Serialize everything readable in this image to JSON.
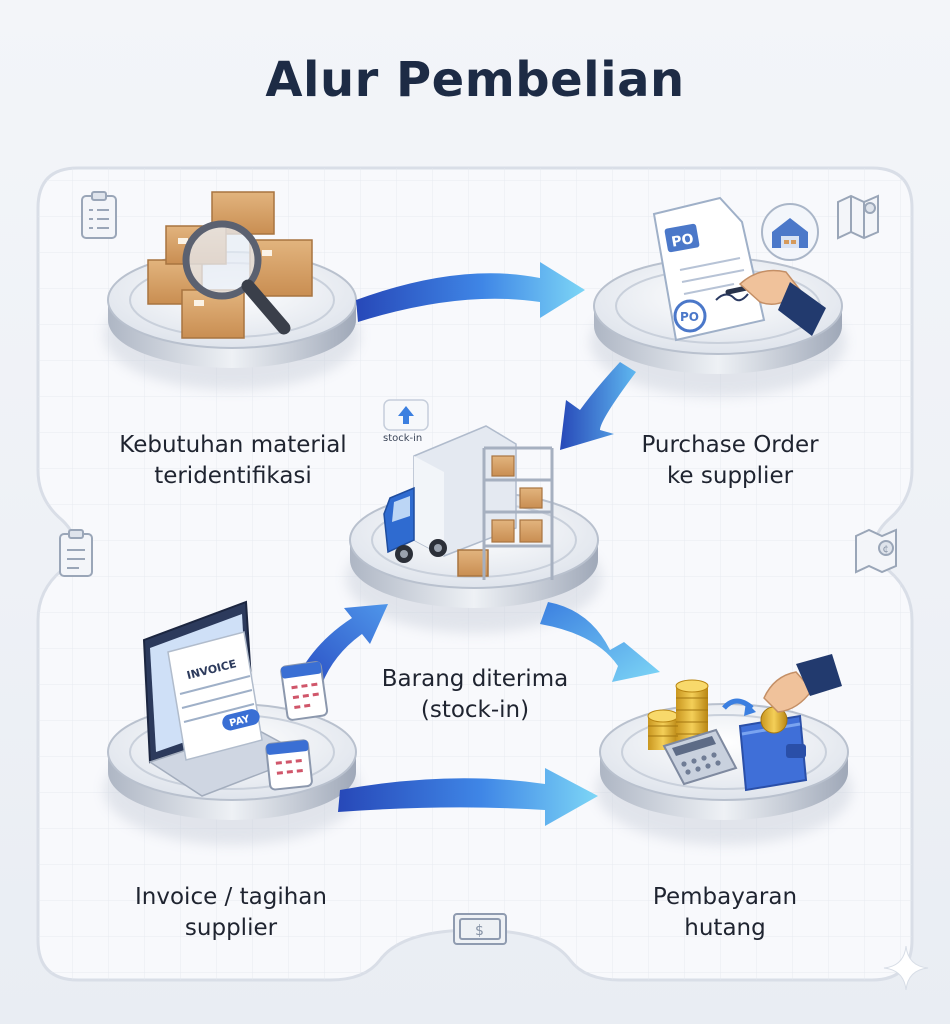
{
  "title": "Alur Pembelian",
  "steps": [
    {
      "id": "kebutuhan",
      "line1": "Kebutuhan material",
      "line2": "teridentifikasi"
    },
    {
      "id": "po",
      "line1": "Purchase Order",
      "line2": "ke supplier"
    },
    {
      "id": "barang",
      "line1": "Barang diterima",
      "line2": "(stock-in)"
    },
    {
      "id": "invoice",
      "line1": "Invoice / tagihan",
      "line2": "supplier"
    },
    {
      "id": "pembayaran",
      "line1": "Pembayaran",
      "line2": "hutang"
    }
  ],
  "badges": {
    "po_doc": "PO",
    "po_stamp": "PO",
    "invoice": "INVOICE",
    "pay": "PAY",
    "stock_in": "stock-in"
  },
  "colors": {
    "title": "#1d2b45",
    "arrow_dark": "#2a4fc4",
    "arrow_light": "#6fd0f4",
    "platform": "#cfd6e2",
    "board": "#f7f8fb"
  }
}
